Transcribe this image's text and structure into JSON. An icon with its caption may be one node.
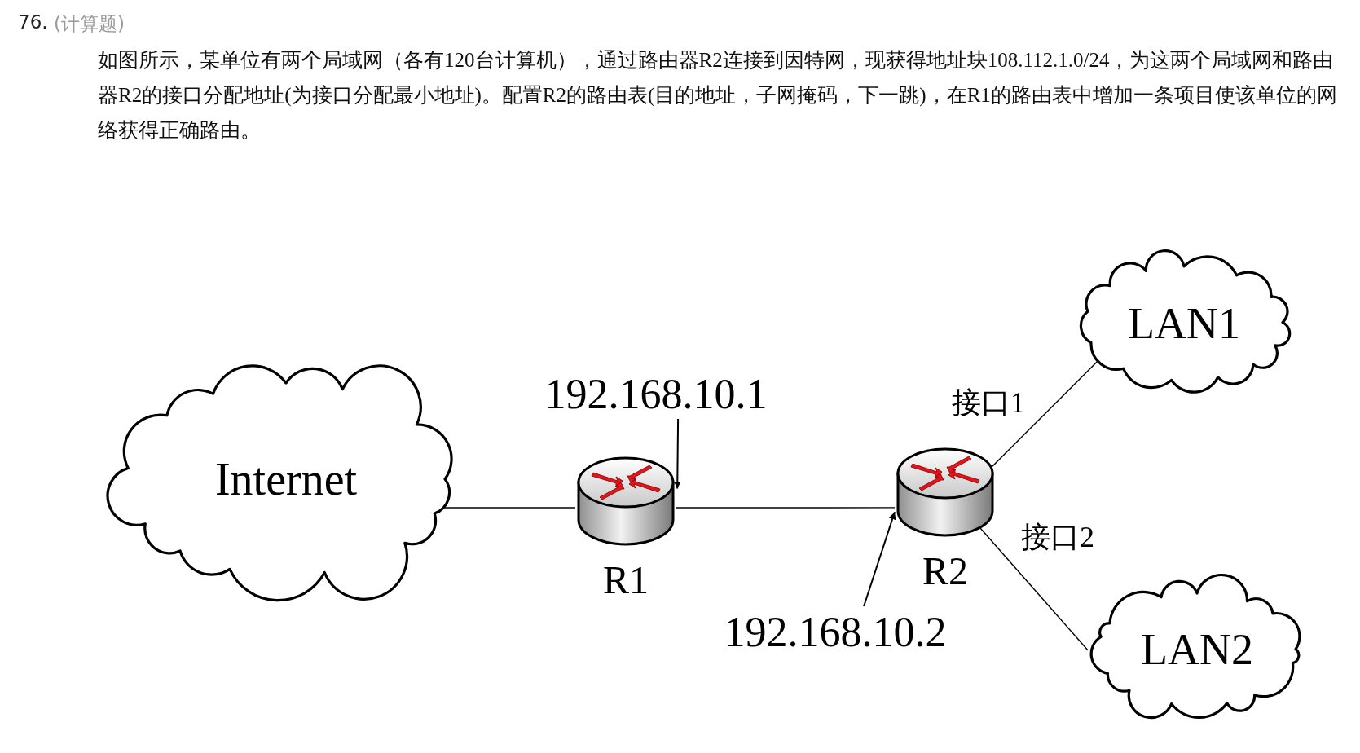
{
  "diagram": {
    "nodes": [
      {
        "text": [
          "Internet"
        ]
      },
      {
        "text": [],
        "shape": "router",
        "beside": [
          "R1"
        ]
      },
      {
        "text": [],
        "shape": "router",
        "beside": [
          "R2"
        ]
      },
      {
        "text": [
          "LAN1"
        ]
      },
      {
        "text": [
          "LAN2"
        ]
      },
      {
        "text": [
          "192.168.10.1"
        ]
      },
      {
        "text": [
          "192.168.10.2"
        ]
      }
    ],
    "edges": [
      {
        "from": 0,
        "to": 1,
        "arrow": "none"
      },
      {
        "from": 1,
        "to": 2,
        "arrow": "none"
      },
      {
        "from": 2,
        "to": 3,
        "arrow": "none",
        "label": "接口1"
      },
      {
        "from": 2,
        "to": 4,
        "arrow": "none",
        "label": "接口2"
      },
      {
        "from": 5,
        "to": 1,
        "arrow": "to"
      },
      {
        "from": 6,
        "to": 2,
        "arrow": "to"
      }
    ],
    "labels": [
      "76.",
      "(计算题)",
      "如图所示，某单位有两个局域网（各有120台计算机），通过路由器R2连接到因特网，现获得地址块108.112.1.0/24，为这两个局域网和路由器R2的接口分配地址(为接口分配最小地址)。配置R2的路由表(目的地址，子网掩码，下一跳)，在R1的路由表中增加一条项目使该单位的网络获得正确路由。"
    ]
  }
}
